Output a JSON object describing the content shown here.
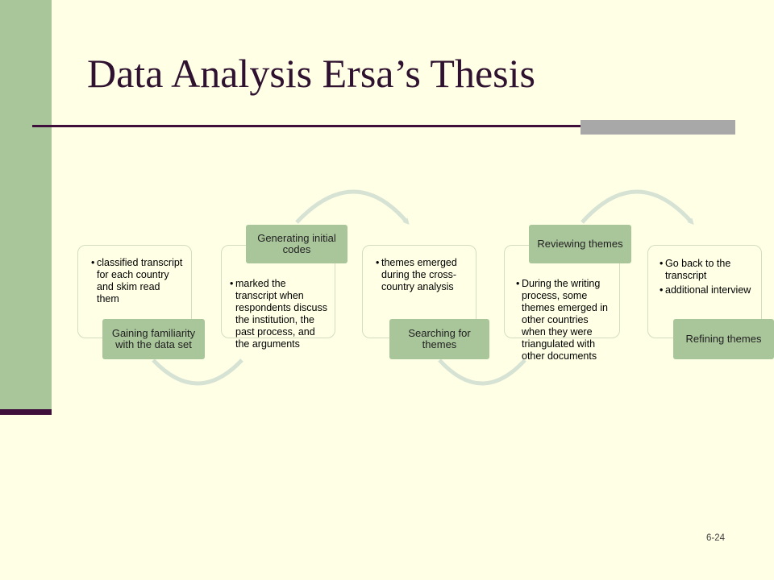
{
  "title": "Data Analysis Ersa’s Thesis",
  "slide_number": "6-24",
  "steps": [
    {
      "label": "Gaining familiarity with the data set",
      "bullets": [
        "classified transcript for each country and skim read them"
      ]
    },
    {
      "label": "Generating initial codes",
      "bullets": [
        "marked the transcript when respondents discuss the institution, the past process, and the arguments"
      ]
    },
    {
      "label": "Searching for themes",
      "bullets": [
        "themes emerged during the cross-country analysis"
      ]
    },
    {
      "label": "Reviewing themes",
      "bullets": [
        "During the writing process, some themes emerged in other countries when they were triangulated with other documents"
      ]
    },
    {
      "label": "Refining themes",
      "bullets": [
        "Go back to the transcript",
        "additional interview"
      ]
    }
  ],
  "colors": {
    "background": "#FFFFE5",
    "accent_green": "#A9C59A",
    "title_text": "#2F1130",
    "rule": "#3D0F3A",
    "arrow": "#D6E2D3"
  }
}
